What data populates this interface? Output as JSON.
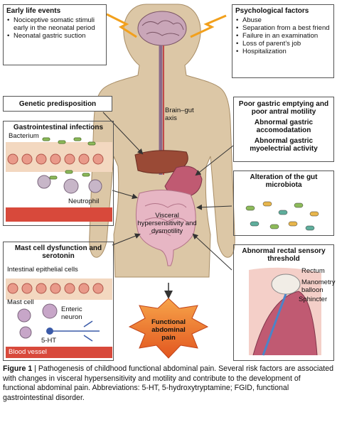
{
  "early_life": {
    "title": "Early life events",
    "items": [
      "Nociceptive somatic stimuli early in the neonatal period",
      "Neonatal gastric suction"
    ]
  },
  "psychological": {
    "title": "Psychological factors",
    "items": [
      "Abuse",
      "Separation from a best friend",
      "Failure in an examination",
      "Loss of parent’s job",
      "Hospitalization"
    ]
  },
  "genetic": {
    "title": "Genetic predisposition"
  },
  "gi_infections": {
    "title": "Gastrointestinal infections",
    "bacterium": "Bacterium",
    "neutrophil": "Neutrophil"
  },
  "gastric": {
    "title": "Poor gastric emptying and poor antral motility",
    "line2": "Abnormal gastric accomodatation",
    "line3": "Abnormal gastric myoelectrial activity"
  },
  "microbiota": {
    "title": "Alteration of the gut microbiota"
  },
  "mast_cell": {
    "title": "Mast cell dysfunction and serotonin",
    "epithelial": "Intestinal epithelial cells",
    "mast": "Mast cell",
    "enteric": "Enteric neuron",
    "serotonin": "5-HT",
    "vessel": "Blood vessel"
  },
  "rectal": {
    "title": "Abnormal rectal sensory threshold",
    "rectum": "Rectum",
    "balloon": "Manometry balloon",
    "sphincter": "Sphincter"
  },
  "body": {
    "brain_gut": "Brain–gut axis",
    "visceral": "Visceral hypersensitivity and dysmotility"
  },
  "outcome": {
    "label": "Functional abdominal pain"
  },
  "caption": {
    "figure": "Figure 1",
    "text": " | Pathogenesis of childhood functional abdominal pain. Several risk factors are associated with changes in visceral hypersensitivity and motility and contribute to the development of functional abdominal pain. Abbreviations: 5-HT, 5-hydroxytryptamine; FGID, functional gastrointestinal disorder."
  }
}
